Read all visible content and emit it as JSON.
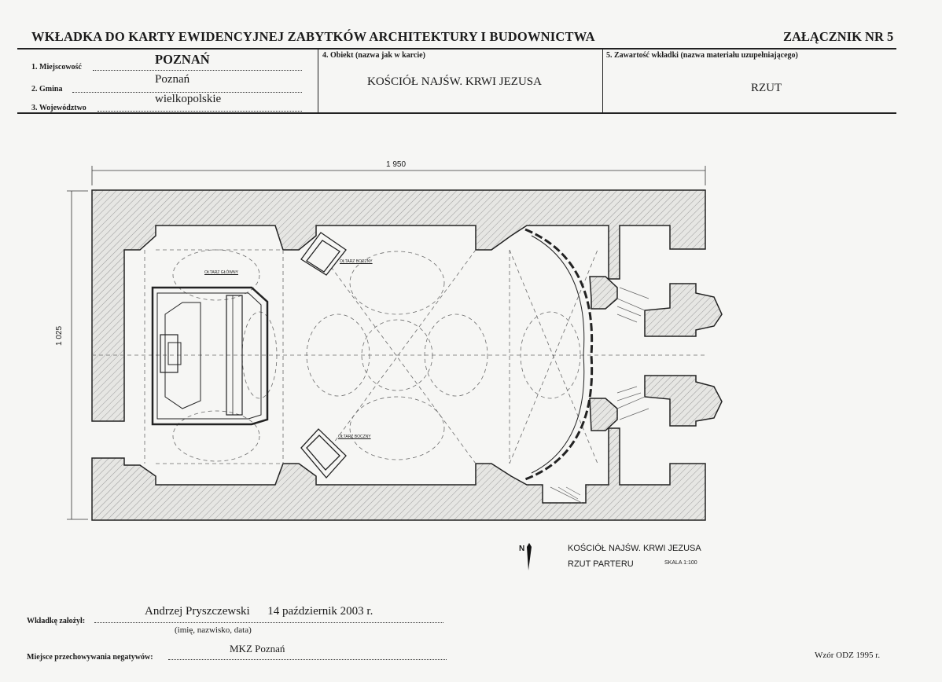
{
  "header": {
    "title": "WKŁADKA DO KARTY EWIDENCYJNEJ ZABYTKÓW ARCHITEKTURY I BUDOWNICTWA",
    "annex": "ZAŁĄCZNIK NR 5"
  },
  "form": {
    "field1_label": "1. Miejscowość",
    "field1_value": "POZNAŃ",
    "field2_label": "2. Gmina",
    "field2_value": "Poznań",
    "field3_label": "3. Województwo",
    "field3_value": "wielkopolskie",
    "field4_label": "4. Obiekt (nazwa jak w karcie)",
    "field4_value": "KOŚCIÓŁ NAJŚW. KRWI JEZUSA",
    "field5_label": "5. Zawartość wkładki (nazwa materiału uzupełniającego)",
    "field5_value": "RZUT"
  },
  "drawing": {
    "width_dim": "1 950",
    "height_dim": "1 025",
    "main_altar": "OŁTARZ GŁÓWNY",
    "side_altar_top": "OŁTARZ BOCZNY",
    "side_altar_bottom": "OŁTARZ BOCZNY",
    "north": "N",
    "caption_title": "KOŚCIÓŁ NAJŚW. KRWI JEZUSA",
    "caption_sub": "RZUT PARTERU",
    "scale": "SKALA 1:100"
  },
  "footer": {
    "created_label": "Wkładkę założył:",
    "created_value": "Andrzej Pryszczewski      14 październik 2003 r.",
    "created_hint": "(imię, nazwisko, data)",
    "storage_label": "Miejsce przechowywania negatywów:",
    "storage_value": "MKZ Poznań",
    "form_ref": "Wzór ODZ 1995 r."
  }
}
